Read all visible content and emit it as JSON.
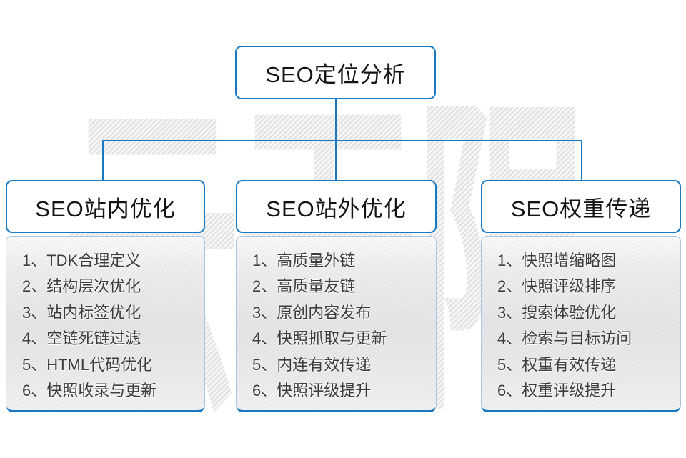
{
  "diagram": {
    "watermark": "云无限",
    "root": {
      "label": "SEO定位分析"
    },
    "columns": [
      {
        "title": "SEO站内优化",
        "items": [
          "1、TDK合理定义",
          "2、结构层次优化",
          "3、站内标签优化",
          "4、空链死链过滤",
          "5、HTML代码优化",
          "6、快照收录与更新"
        ]
      },
      {
        "title": "SEO站外优化",
        "items": [
          "1、高质量外链",
          "2、高质量友链",
          "3、原创内容发布",
          "4、快照抓取与更新",
          "5、内连有效传递",
          "6、快照评级提升"
        ]
      },
      {
        "title": "SEO权重传递",
        "items": [
          "1、快照增缩略图",
          "2、快照评级排序",
          "3、搜索体验优化",
          "4、检索与目标访问",
          "5、权重有效传递",
          "6、权重评级提升"
        ]
      }
    ],
    "colors": {
      "line_blue": "#1779c4",
      "body_border_light": "#a9c6e2",
      "watermark_gray": "#e4e4e6"
    }
  }
}
